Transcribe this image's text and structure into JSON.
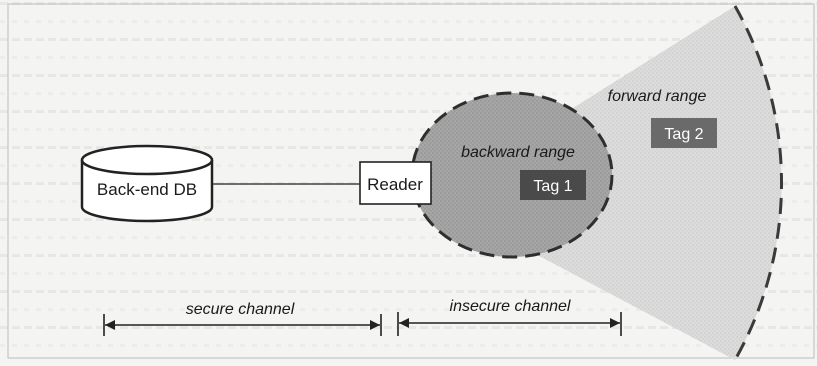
{
  "diagram": {
    "nodes": {
      "database": "Back-end DB",
      "reader": "Reader",
      "tag1": "Tag 1",
      "tag2": "Tag 2"
    },
    "ranges": {
      "backward": "backward range",
      "forward": "forward range"
    },
    "channels": {
      "secure": "secure channel",
      "insecure": "insecure channel"
    }
  }
}
